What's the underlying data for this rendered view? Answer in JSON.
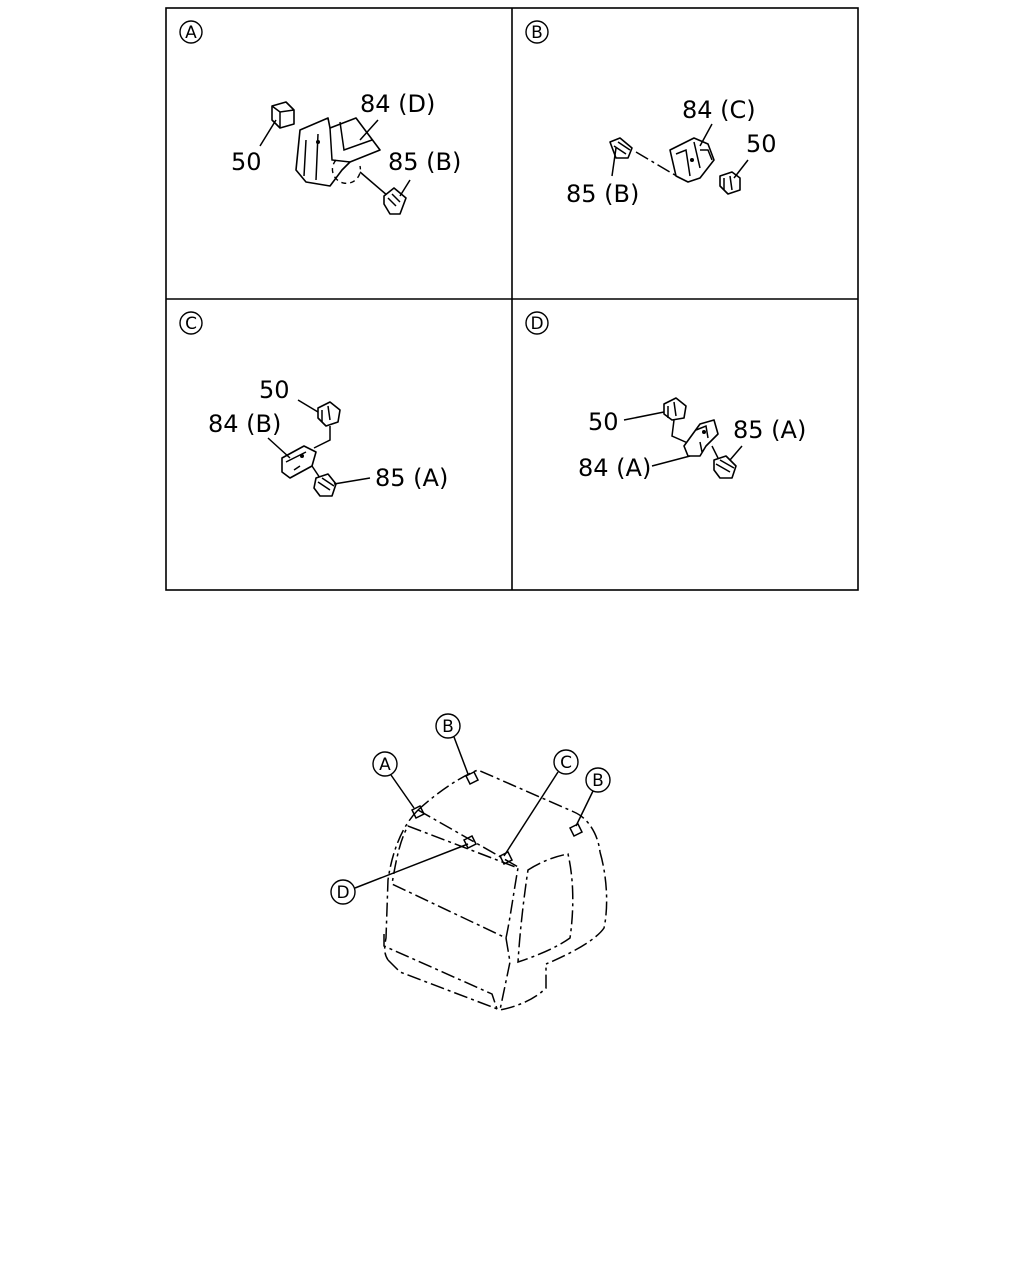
{
  "panels": {
    "A": {
      "marker": "A",
      "labels": {
        "clip": "50",
        "bracket": "84 (D)",
        "screw": "85 (B)"
      }
    },
    "B": {
      "marker": "B",
      "labels": {
        "clip": "50",
        "bracket": "84 (C)",
        "screw": "85 (B)"
      }
    },
    "C": {
      "marker": "C",
      "labels": {
        "clip": "50",
        "bracket": "84 (B)",
        "screw": "85 (A)"
      }
    },
    "D": {
      "marker": "D",
      "labels": {
        "clip": "50",
        "bracket": "84 (A)",
        "screw": "85 (A)"
      }
    }
  },
  "overview": {
    "callouts": {
      "A": "A",
      "B_top": "B",
      "C": "C",
      "B_right": "B",
      "D": "D"
    }
  }
}
